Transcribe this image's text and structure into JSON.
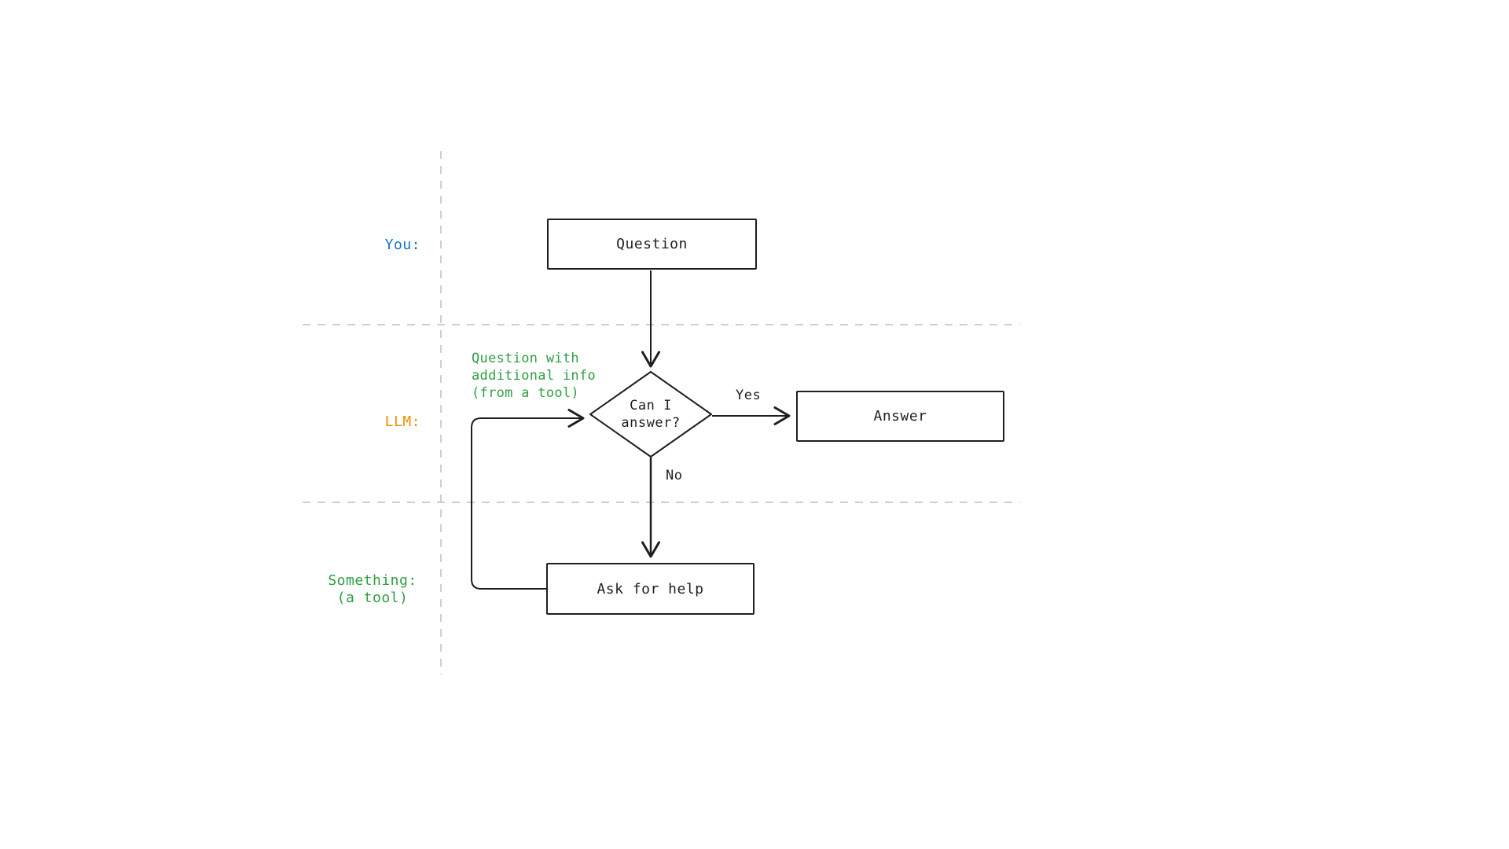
{
  "diagram": {
    "title_hint": "Flowchart: question answering loop with a tool",
    "lanes": {
      "you": {
        "label": "You:"
      },
      "llm": {
        "label": "LLM:"
      },
      "tool": {
        "label_line1": "Something:",
        "label_line2": "(a tool)"
      }
    },
    "nodes": {
      "question": {
        "label": "Question"
      },
      "decision": {
        "label_line1": "Can I",
        "label_line2": "answer?"
      },
      "answer": {
        "label": "Answer"
      },
      "ask_for_help": {
        "label": "Ask for help"
      }
    },
    "edges": {
      "yes_label": "Yes",
      "no_label": "No",
      "loop_annotation": [
        "Question with",
        "additional info",
        "(from a tool)"
      ]
    },
    "colors": {
      "background": "#ffffff",
      "stroke": "#1e1e1e",
      "lane_divider": "#c9d0d6",
      "you": "#1971c2",
      "llm": "#f08c00",
      "tool": "#2f9e44"
    }
  }
}
